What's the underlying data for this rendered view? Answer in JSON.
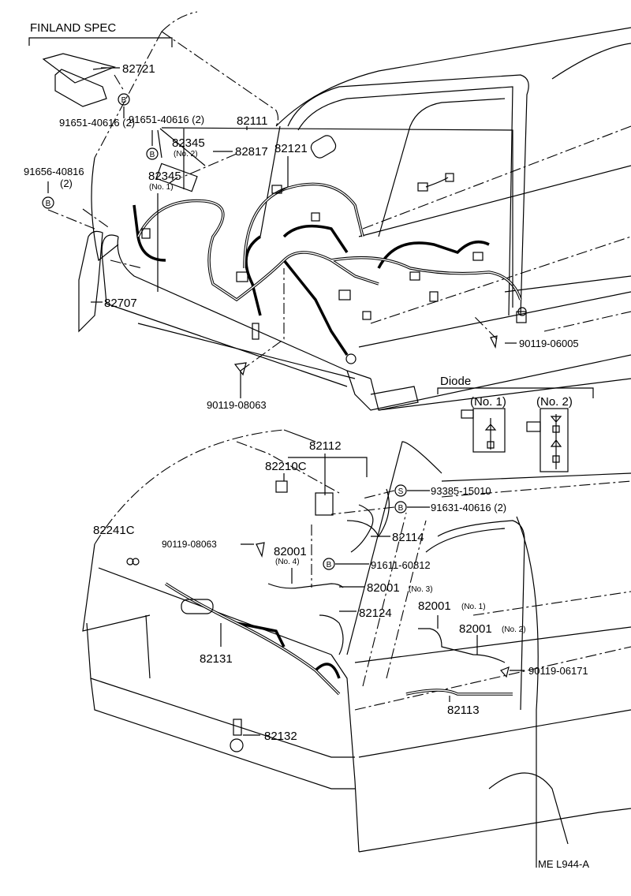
{
  "section_title": "FINLAND SPEC",
  "diode_title": "Diode",
  "diode_items": [
    "(No. 1)",
    "(No. 2)"
  ],
  "symbols": {
    "bolt": "B",
    "screw": "S"
  },
  "upper_labels": {
    "p82721": "82721",
    "p91651_a": "91651-40616 (2)",
    "p91651_b": "91651-40616 (2)",
    "p82111": "82111",
    "p82345_2": "82345",
    "p82345_2_sub": "(No. 2)",
    "p82817": "82817",
    "p82121": "82121",
    "p82345_1": "82345",
    "p82345_1_sub": "(No. 1)",
    "p91656": "91656-40816",
    "p91656_sub": "(2)",
    "p82707": "82707",
    "p90119_06005": "90119-06005",
    "p90119_08063": "90119-08063"
  },
  "lower_labels": {
    "p82112": "82112",
    "p82210C": "82210C",
    "p93385": "93385-15010",
    "p91631": "91631-40616 (2)",
    "p82114": "82114",
    "p82241C": "82241C",
    "p90119_08063": "90119-08063",
    "p82001_4": "82001",
    "p82001_4_sub": "(No. 4)",
    "p91611": "91611-60812",
    "p82001_3": "82001",
    "p82001_3_sub": "(No. 3)",
    "p82001_1": "82001",
    "p82001_1_sub": "(No. 1)",
    "p82124": "82124",
    "p82001_2": "82001",
    "p82001_2_sub": "(No. 2)",
    "p82131": "82131",
    "p90119_06171": "90119-06171",
    "p82113": "82113",
    "p82132": "82132"
  },
  "figure_code": "ME  L944-A"
}
